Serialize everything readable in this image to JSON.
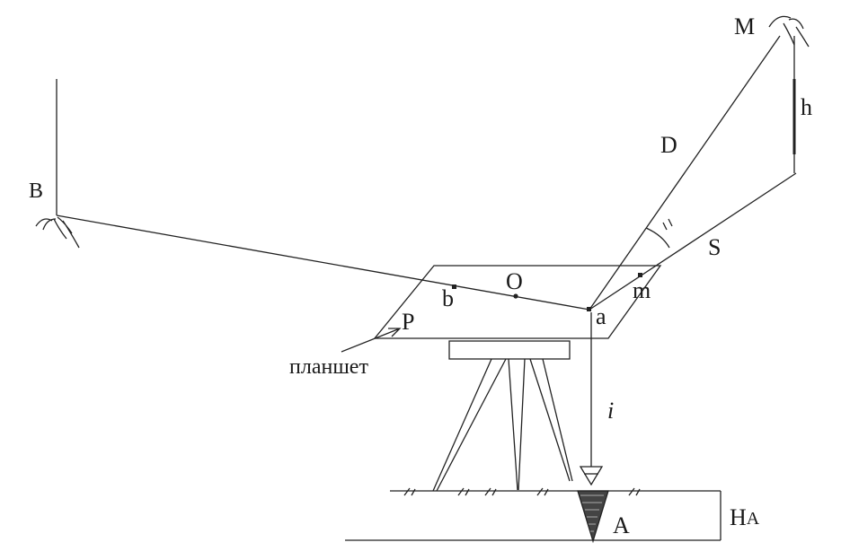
{
  "labels": {
    "B": "B",
    "M": "M",
    "h": "h",
    "D": "D",
    "S": "S",
    "O": "O",
    "b": "b",
    "m": "m",
    "a": "a",
    "P": "P",
    "plate": "планшет",
    "i": "i",
    "A": "A",
    "HA_main": "H",
    "HA_sub": "A"
  },
  "colors": {
    "stroke": "#222222",
    "hatch": "#333333",
    "background": "#ffffff"
  }
}
